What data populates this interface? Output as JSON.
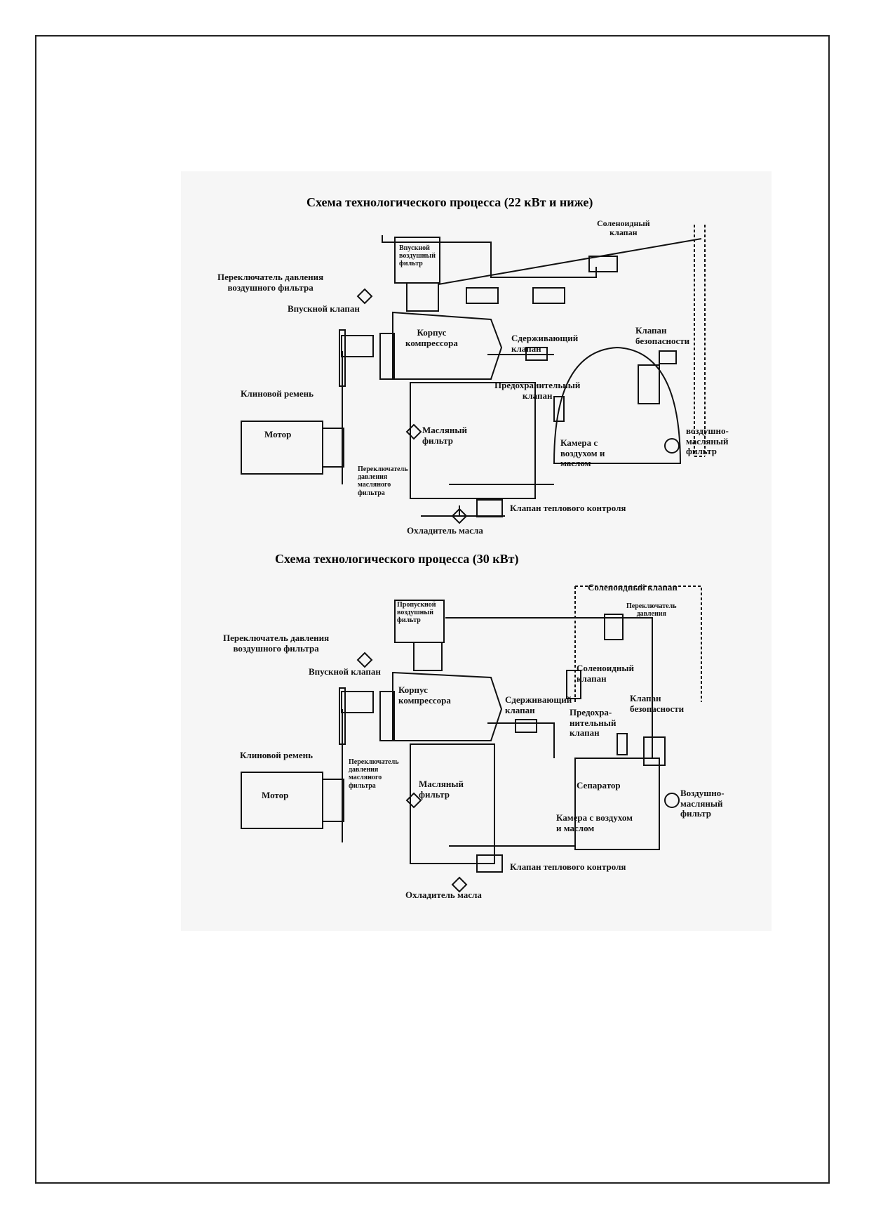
{
  "diagram_top": {
    "title": "Схема технологического процесса (22 кВт и ниже)",
    "labels": {
      "intake_filter": "Впускной\nвоздушный\nфильтр",
      "air_filter_switch": "Переключатель давления\nвоздушного фильтра",
      "intake_valve": "Впускной клапан",
      "compressor_body": "Корпус\nкомпрессора",
      "check_valve": "Сдерживающий\nклапан",
      "v_belt": "Клиновой ремень",
      "relief_valve": "Предохранительный\nклапан",
      "motor": "Мотор",
      "oil_filter": "Масляный\nфильтр",
      "oil_filter_switch": "Переключатель\nдавления\nмасляного\nфильтра",
      "tank": "Камера с\nвоздухом и\nмаслом",
      "thermal_valve": "Клапан теплового контроля",
      "oil_cooler": "Охладитель масла",
      "solenoid_valve": "Соленоидный\nклапан",
      "safety_valve": "Клапан\nбезопасности",
      "air_oil_filter": "воздушно-\nмасляный\nфильтр"
    }
  },
  "diagram_bottom": {
    "title": "Схема технологического процесса (30 кВт)",
    "labels": {
      "intake_filter": "Пропускной\nвоздушный\nфильтр",
      "air_filter_switch": "Переключатель давления\nвоздушного фильтра",
      "intake_valve": "Впускной клапан",
      "compressor_body": "Корпус\nкомпрессора",
      "check_valve": "Сдерживающий\nклапан",
      "v_belt": "Клиновой ремень",
      "relief_valve": "Предохра-\nнительный\nклапан",
      "motor": "Мотор",
      "oil_filter": "Масляный\nфильтр",
      "oil_filter_switch": "Переключатель\nдавления\nмасляного\nфильтра",
      "separator": "Сепаратор",
      "tank": "Камера с воздухом\nи маслом",
      "thermal_valve": "Клапан теплового контроля",
      "oil_cooler": "Охладитель масла",
      "solenoid_valve_top": "Соленоидный клапан",
      "pressure_switch": "Переключатель\nдавления",
      "solenoid_valve_mid": "Соленоидный\nклапан",
      "safety_valve": "Клапан\nбезопасности",
      "air_oil_filter": "Воздушно-\nмасляный\nфильтр"
    }
  },
  "colors": {
    "ink": "#111111",
    "scan_bg": "#f6f6f6",
    "frame": "#222222"
  }
}
